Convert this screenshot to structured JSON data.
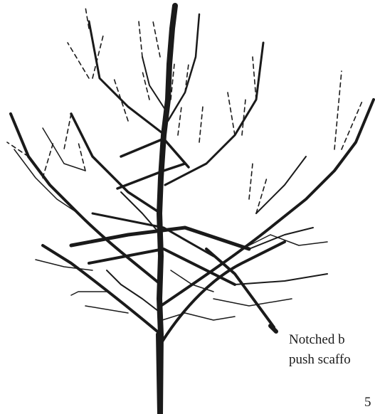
{
  "caption": {
    "line1": "Notched b",
    "line2": "push scaffo"
  },
  "page_number": "5",
  "colors": {
    "ink": "#1a1a1a",
    "background": "#ffffff"
  },
  "icons": [
    "tree-illustration",
    "notched-brace"
  ]
}
